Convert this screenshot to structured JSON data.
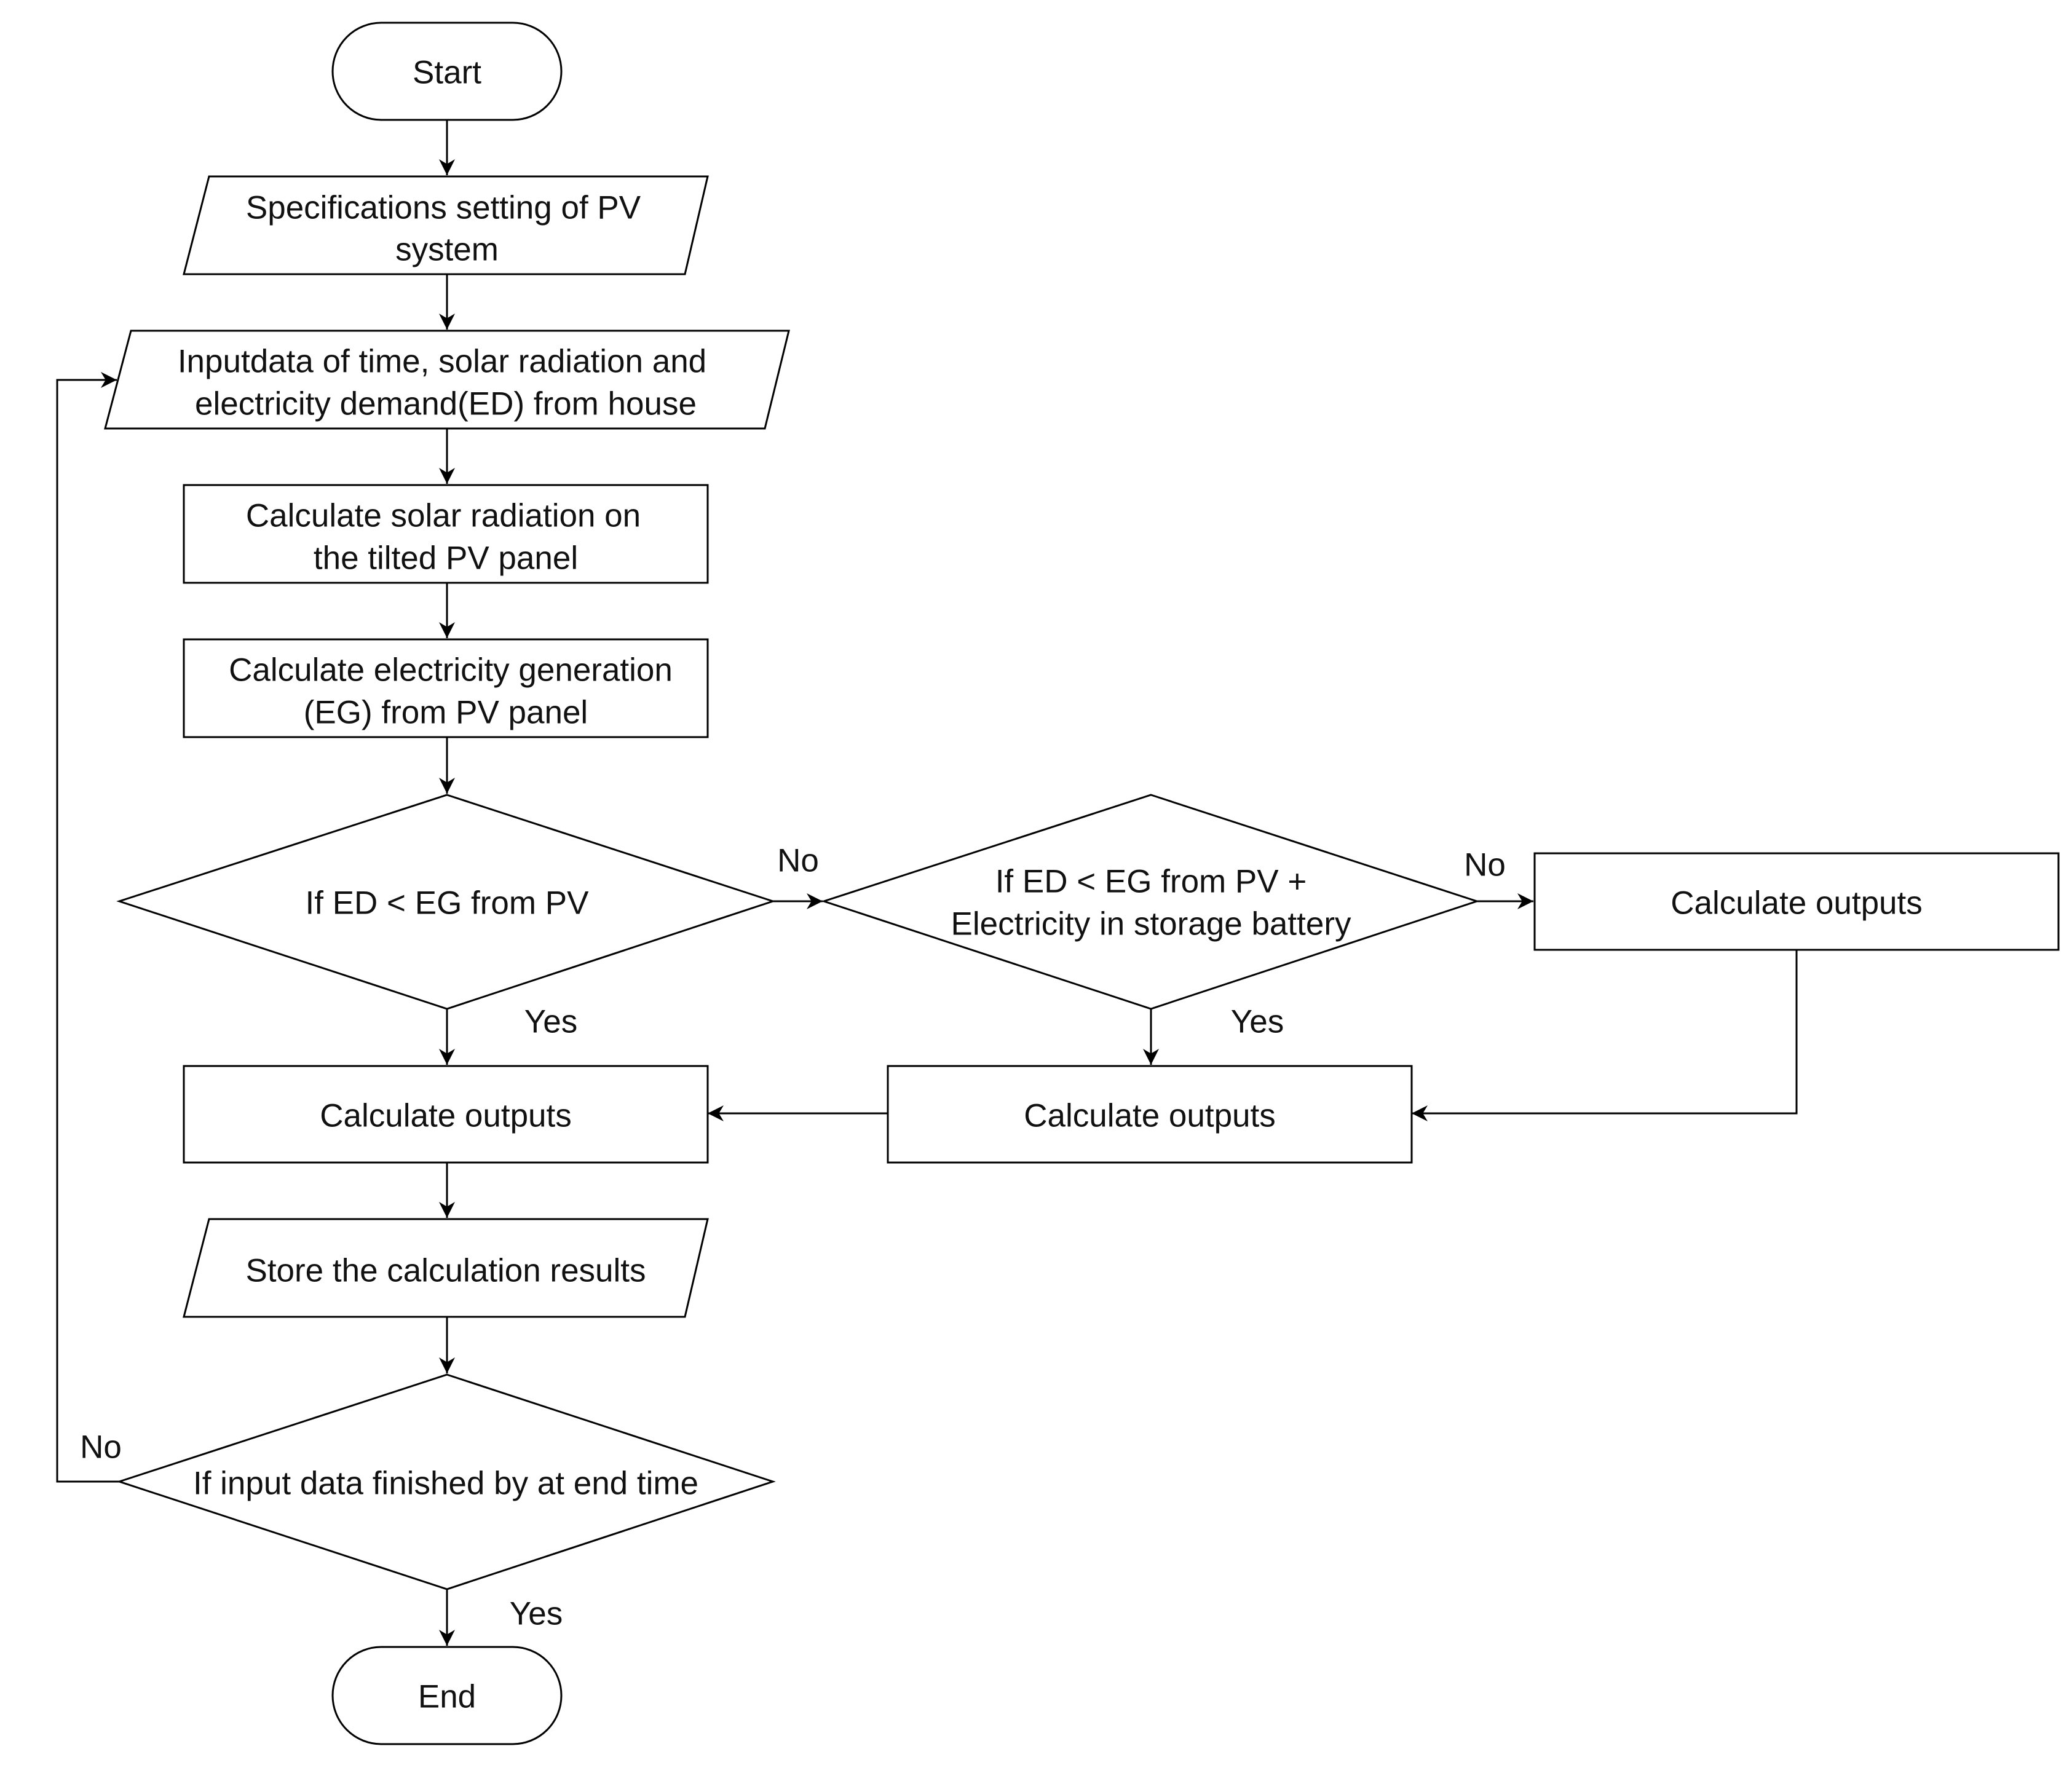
{
  "diagram": {
    "nodes": {
      "start": {
        "lines": [
          "Start"
        ]
      },
      "specs": {
        "lines": [
          "Specifications setting of PV",
          "system"
        ]
      },
      "input": {
        "lines": [
          "Inputdata of time, solar radiation and",
          "electricity demand(ED) from house"
        ]
      },
      "calc_radiation": {
        "lines": [
          "Calculate solar radiation on",
          "the tilted PV panel"
        ]
      },
      "calc_generation": {
        "lines": [
          "Calculate electricity generation",
          "(EG) from PV panel"
        ]
      },
      "decision_pv": {
        "lines": [
          "If ED < EG from PV"
        ]
      },
      "decision_battery": {
        "lines": [
          "If ED < EG from PV +",
          "Electricity in storage battery"
        ]
      },
      "outputs_right": {
        "lines": [
          "Calculate outputs"
        ]
      },
      "outputs_middle": {
        "lines": [
          "Calculate outputs"
        ]
      },
      "outputs_left": {
        "lines": [
          "Calculate outputs"
        ]
      },
      "store": {
        "lines": [
          "Store the calculation results"
        ]
      },
      "decision_end": {
        "lines": [
          "If input data finished by at end time"
        ]
      },
      "end": {
        "lines": [
          "End"
        ]
      }
    },
    "edge_labels": {
      "pv_no": "No",
      "pv_yes": "Yes",
      "battery_no": "No",
      "battery_yes": "Yes",
      "end_no": "No",
      "end_yes": "Yes"
    }
  }
}
